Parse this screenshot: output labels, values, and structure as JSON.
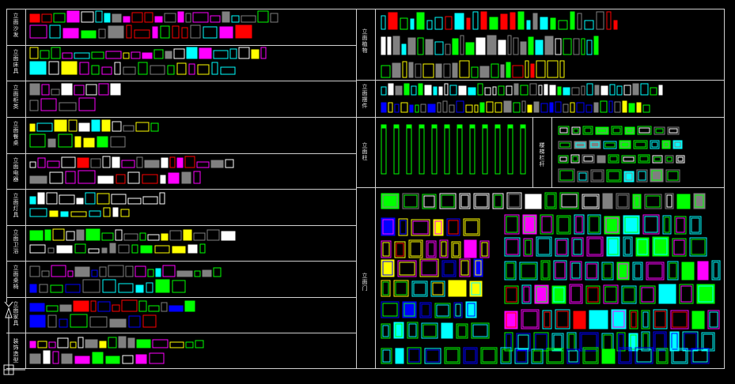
{
  "app": {
    "background": "#000000",
    "line_color": "#cfcfcf"
  },
  "left_panel": {
    "categories": [
      {
        "label": "立面沙发"
      },
      {
        "label": "立面床具"
      },
      {
        "label": "立面柜类"
      },
      {
        "label": "立面餐桌"
      },
      {
        "label": "立面电器"
      },
      {
        "label": "立面灯具"
      },
      {
        "label": "立面卫浴"
      },
      {
        "label": "立面桌椅"
      },
      {
        "label": "立面家具"
      },
      {
        "label": "装饰造型"
      }
    ]
  },
  "right_panel": {
    "categories": [
      {
        "label": "立面植物"
      },
      {
        "label": "立面摆件"
      },
      {
        "label": "立面柱"
      },
      {
        "label": "楼梯栏杆"
      },
      {
        "label": "立面门"
      }
    ]
  },
  "ucs_icon": {
    "name": "ucs-axis",
    "axis_x": "X",
    "axis_y": "Y"
  },
  "palette": [
    "#00ff00",
    "#ff00ff",
    "#00ffff",
    "#ffff00",
    "#ff0000",
    "#ffffff",
    "#808080",
    "#0000ff",
    "#ff8000"
  ]
}
